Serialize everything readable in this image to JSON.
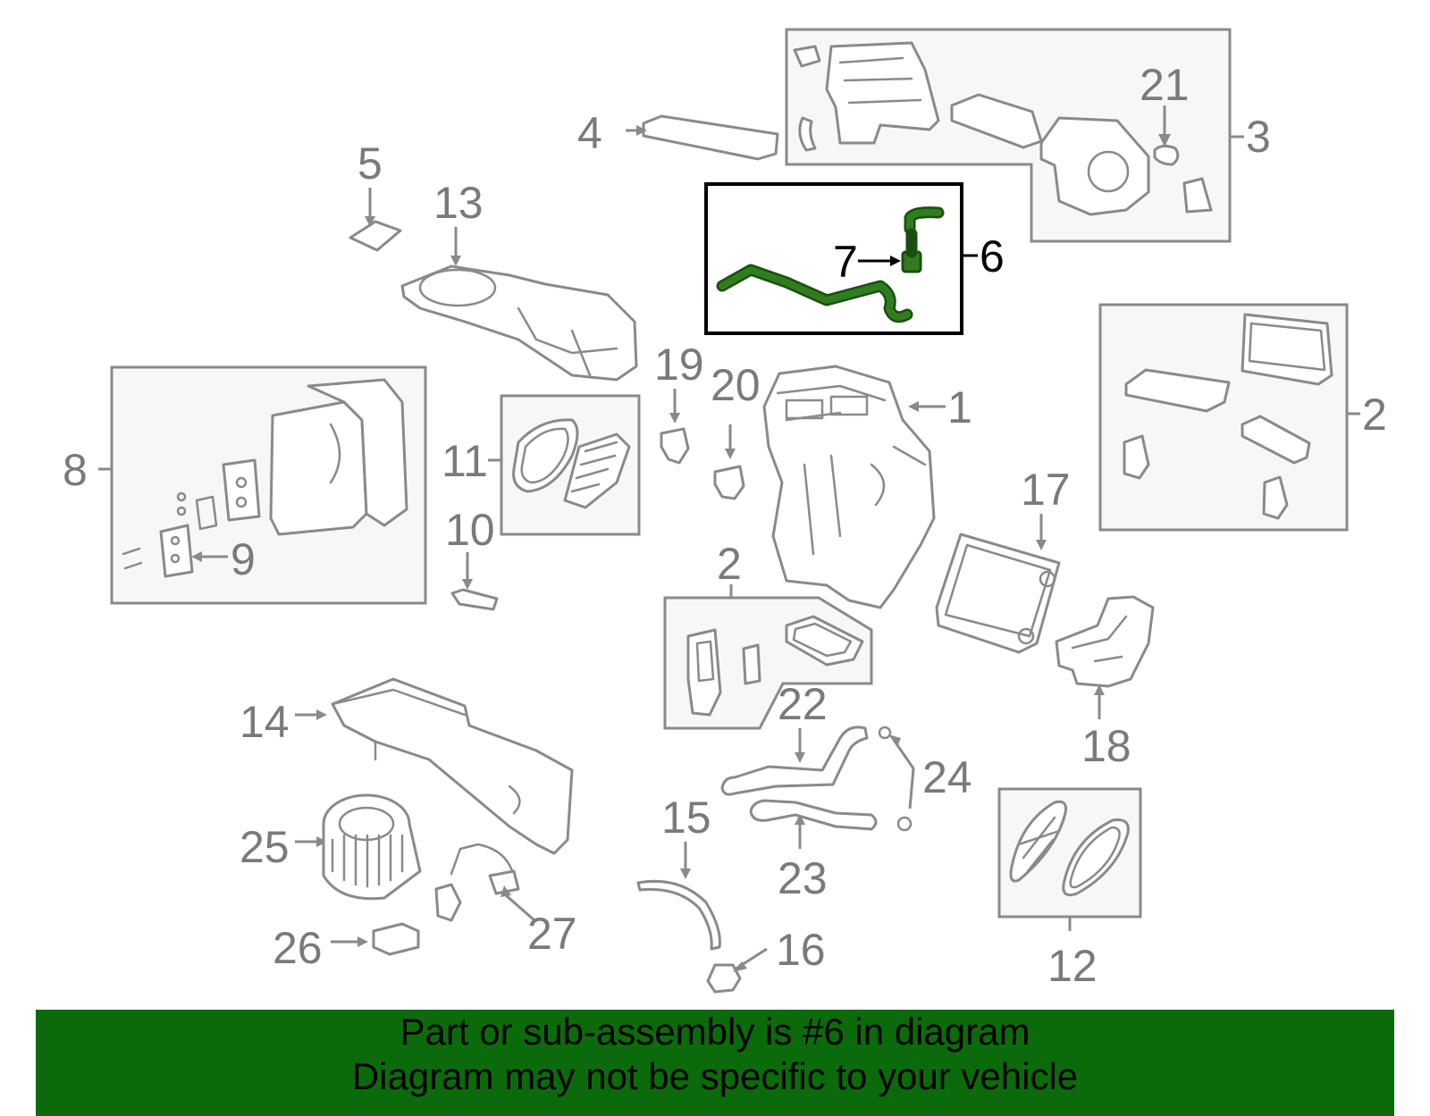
{
  "highlight_color": "#2f7d1f",
  "banner_color": "#0b6b0b",
  "callouts": {
    "c1": "1",
    "c2a": "2",
    "c2b": "2",
    "c3": "3",
    "c4": "4",
    "c5": "5",
    "c6": "6",
    "c7": "7",
    "c8": "8",
    "c9": "9",
    "c10": "10",
    "c11": "11",
    "c12": "12",
    "c13": "13",
    "c14": "14",
    "c15": "15",
    "c16": "16",
    "c17": "17",
    "c18": "18",
    "c19": "19",
    "c20": "20",
    "c21": "21",
    "c22": "22",
    "c23": "23",
    "c24": "24",
    "c25": "25",
    "c26": "26",
    "c27": "27"
  },
  "banner": {
    "line1": "Part or sub-assembly is #6 in diagram",
    "line2": "Diagram may not be specific to your vehicle"
  }
}
